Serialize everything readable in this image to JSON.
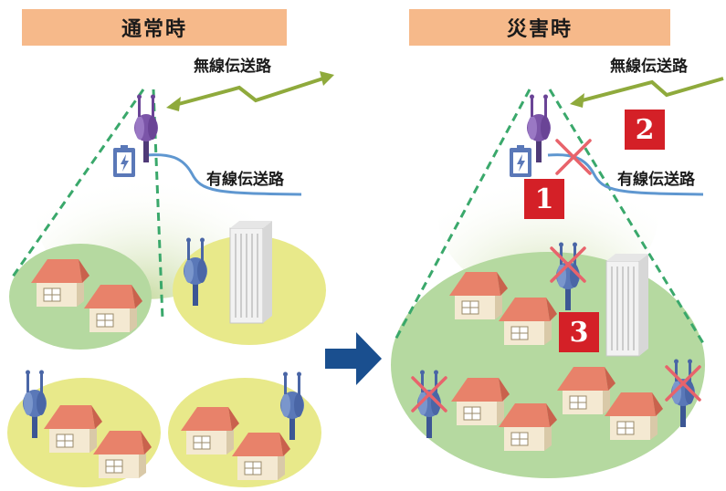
{
  "headers": {
    "normal": "通常時",
    "disaster": "災害時"
  },
  "labels": {
    "wireless_left": "無線伝送路",
    "wired_left": "有線伝送路",
    "wireless_right": "無線伝送路",
    "wired_right": "有線伝送路"
  },
  "markers": {
    "m1": "1",
    "m2": "2",
    "m3": "3"
  },
  "colors": {
    "header_bg": "#f6b98a",
    "marker_red": "#d42027",
    "cell_yellow": "#e8e98a",
    "cell_green": "#b5d9a0",
    "cable_blue": "#5f97d0",
    "wireless_green": "#8faa3c",
    "dashed_green": "#3aa86b",
    "arrow_blue": "#1a4f8f",
    "tower_purple": "#7b55a8",
    "tower_blue": "#5a78b8",
    "x_mark": "#e8636b"
  }
}
